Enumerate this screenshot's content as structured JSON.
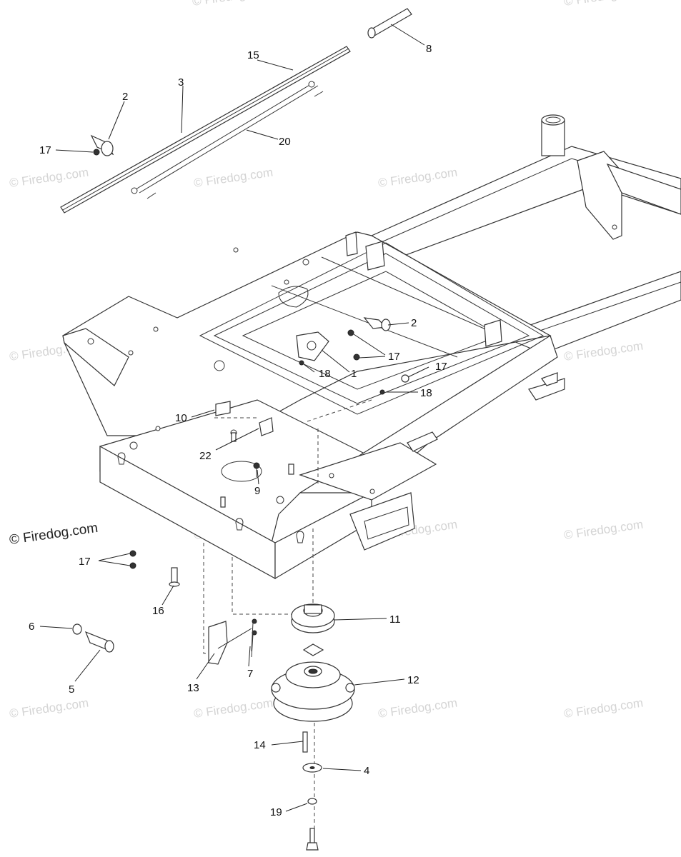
{
  "watermark": {
    "text": "© Firedog.com",
    "color": "#d4d4d4"
  },
  "callouts": {
    "c1": "1",
    "c2a": "2",
    "c2b": "2",
    "c3": "3",
    "c4": "4",
    "c5": "5",
    "c6": "6",
    "c7": "7",
    "c8": "8",
    "c9": "9",
    "c10": "10",
    "c11": "11",
    "c12": "12",
    "c13": "13",
    "c14": "14",
    "c15": "15",
    "c16": "16",
    "c17a": "17",
    "c17b": "17",
    "c17c": "17",
    "c17d": "17",
    "c18a": "18",
    "c18b": "18",
    "c19": "19",
    "c20": "20",
    "c22": "22"
  }
}
